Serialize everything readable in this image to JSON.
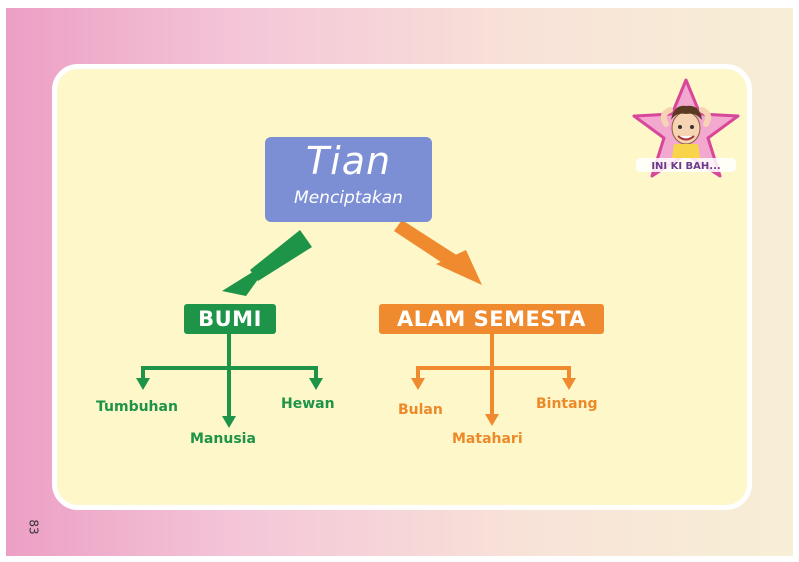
{
  "page_number": "83",
  "colors": {
    "root_box": "#7c8fd4",
    "green": "#1e9448",
    "orange": "#ef8a2e",
    "card": "#fdf7c9"
  },
  "diagram": {
    "root": {
      "title": "Tian",
      "subtitle": "Menciptakan"
    },
    "branches": [
      {
        "label": "BUMI",
        "color": "green",
        "leaves": [
          "Tumbuhan",
          "Manusia",
          "Hewan"
        ]
      },
      {
        "label": "ALAM SEMESTA",
        "color": "orange",
        "leaves": [
          "Bulan",
          "Matahari",
          "Bintang"
        ]
      }
    ]
  },
  "mascot": {
    "icon": "star-mascot-icon",
    "caption": "INI KI BAH..."
  }
}
